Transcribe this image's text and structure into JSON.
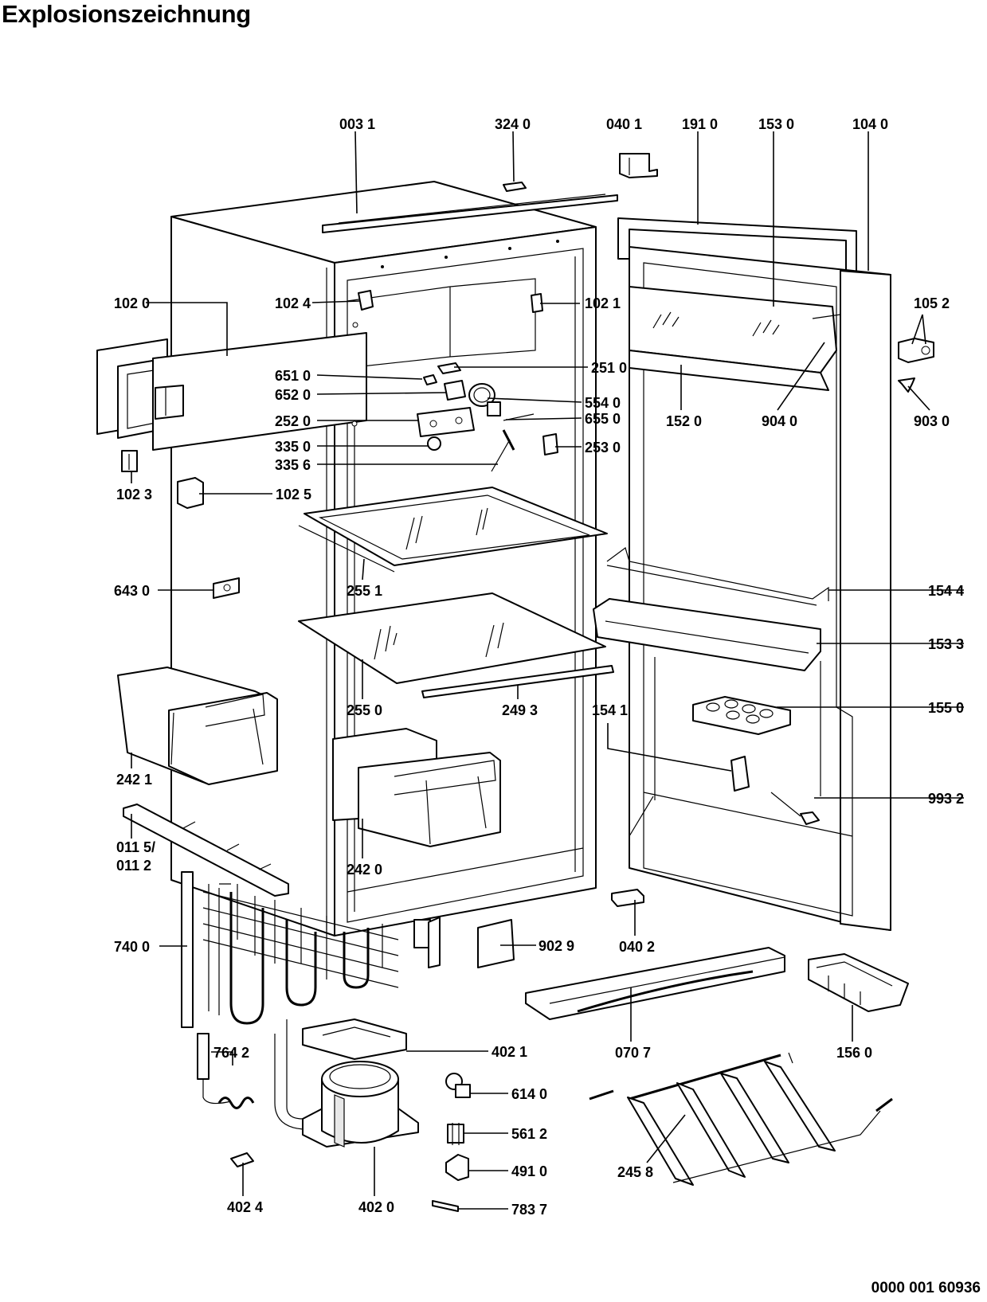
{
  "title": "Explosionszeichnung",
  "document_number": "0000 001 60936",
  "parts": [
    {
      "id": "p0031",
      "label": "003 1"
    },
    {
      "id": "p3240",
      "label": "324 0"
    },
    {
      "id": "p0401",
      "label": "040 1"
    },
    {
      "id": "p1910",
      "label": "191 0"
    },
    {
      "id": "p1530",
      "label": "153 0"
    },
    {
      "id": "p1040",
      "label": "104 0"
    },
    {
      "id": "p1020",
      "label": "102 0"
    },
    {
      "id": "p1024",
      "label": "102 4"
    },
    {
      "id": "p1021",
      "label": "102 1"
    },
    {
      "id": "p1052",
      "label": "105 2"
    },
    {
      "id": "p6510",
      "label": "651 0"
    },
    {
      "id": "p2510",
      "label": "251 0"
    },
    {
      "id": "p6520",
      "label": "652 0"
    },
    {
      "id": "p5540",
      "label": "554 0"
    },
    {
      "id": "p2520",
      "label": "252 0"
    },
    {
      "id": "p6550",
      "label": "655 0"
    },
    {
      "id": "p1520",
      "label": "152 0"
    },
    {
      "id": "p9040",
      "label": "904 0"
    },
    {
      "id": "p9030",
      "label": "903 0"
    },
    {
      "id": "p3350",
      "label": "335 0"
    },
    {
      "id": "p2530",
      "label": "253 0"
    },
    {
      "id": "p3356",
      "label": "335 6"
    },
    {
      "id": "p1023",
      "label": "102 3"
    },
    {
      "id": "p1025",
      "label": "102 5"
    },
    {
      "id": "p2551",
      "label": "255 1"
    },
    {
      "id": "p6430",
      "label": "643 0"
    },
    {
      "id": "p1544",
      "label": "154 4"
    },
    {
      "id": "p1533",
      "label": "153 3"
    },
    {
      "id": "p2550",
      "label": "255 0"
    },
    {
      "id": "p2493",
      "label": "249 3"
    },
    {
      "id": "p1541",
      "label": "154 1"
    },
    {
      "id": "p1550",
      "label": "155 0"
    },
    {
      "id": "p2421",
      "label": "242 1"
    },
    {
      "id": "p9932",
      "label": "993 2"
    },
    {
      "id": "p0115",
      "label": "011 5/"
    },
    {
      "id": "p0112",
      "label": "011 2"
    },
    {
      "id": "p2420",
      "label": "242 0"
    },
    {
      "id": "p7400",
      "label": "740 0"
    },
    {
      "id": "p9029",
      "label": "902 9"
    },
    {
      "id": "p0402",
      "label": "040 2"
    },
    {
      "id": "p7642",
      "label": "764 2"
    },
    {
      "id": "p4021",
      "label": "402 1"
    },
    {
      "id": "p0707",
      "label": "070 7"
    },
    {
      "id": "p1560",
      "label": "156 0"
    },
    {
      "id": "p6140",
      "label": "614 0"
    },
    {
      "id": "p5612",
      "label": "561 2"
    },
    {
      "id": "p4910",
      "label": "491 0"
    },
    {
      "id": "p2458",
      "label": "245 8"
    },
    {
      "id": "p4024",
      "label": "402 4"
    },
    {
      "id": "p4020",
      "label": "402 0"
    },
    {
      "id": "p7837",
      "label": "783 7"
    }
  ]
}
